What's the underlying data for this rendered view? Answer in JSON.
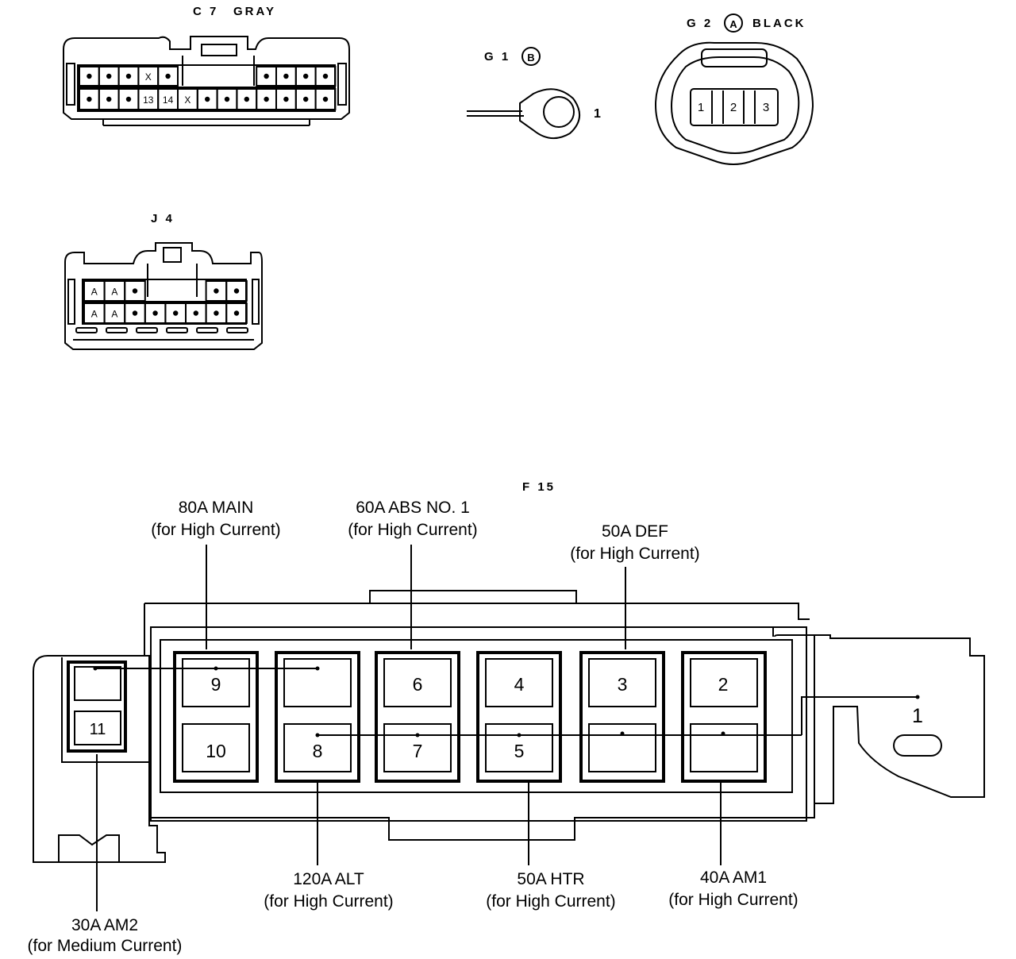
{
  "connectors": {
    "c7": {
      "name": "C 7",
      "color": "GRAY",
      "row1": [
        "•",
        "•",
        "•",
        "X",
        "•",
        "",
        "",
        "",
        "",
        "•",
        "•",
        "•",
        "•"
      ],
      "row2": [
        "•",
        "•",
        "•",
        "13",
        "14",
        "X",
        "•",
        "•",
        "•",
        "•",
        "•",
        "•",
        "•"
      ]
    },
    "g1": {
      "name": "G 1",
      "sub": "B",
      "pin": "1"
    },
    "g2": {
      "name": "G 2",
      "sub": "A",
      "color": "BLACK",
      "pins": [
        "1",
        "2",
        "3"
      ]
    },
    "j4": {
      "name": "J 4",
      "row1": [
        "A",
        "A",
        "•",
        "",
        "",
        "",
        "•",
        "•"
      ],
      "row2": [
        "A",
        "A",
        "•",
        "•",
        "•",
        "•",
        "•",
        "•"
      ]
    }
  },
  "fuse_block": {
    "name": "F 15",
    "slot_numbers": [
      "9",
      "10",
      "6",
      "7",
      "8",
      "4",
      "5",
      "3",
      "2",
      "1",
      "11"
    ],
    "labels": {
      "main": [
        "80A MAIN",
        "(for High Current)"
      ],
      "abs": [
        "60A ABS NO. 1",
        "(for High Current)"
      ],
      "def": [
        "50A DEF",
        "(for High Current)"
      ],
      "alt": [
        "120A ALT",
        "(for High Current)"
      ],
      "htr": [
        "50A HTR",
        "(for High Current)"
      ],
      "am1": [
        "40A AM1",
        "(for High Current)"
      ],
      "am2": [
        "30A AM2",
        "(for Medium Current)"
      ]
    }
  }
}
